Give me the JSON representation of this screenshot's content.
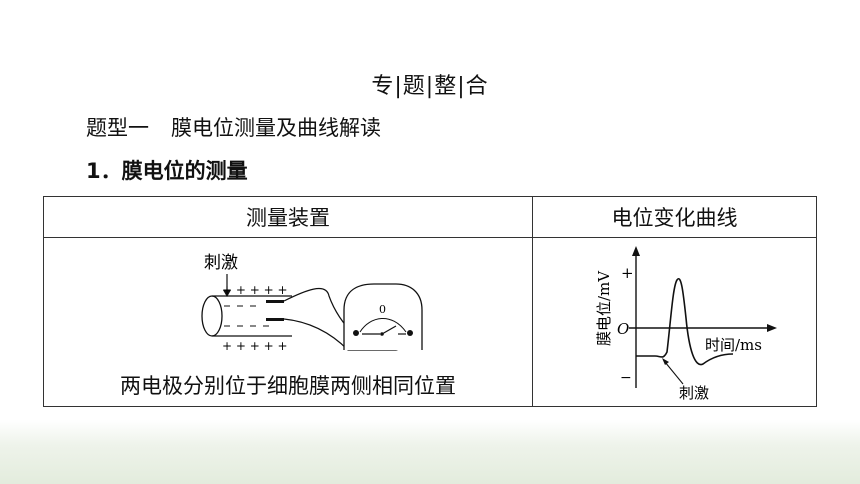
{
  "page": {
    "title": "专|题|整|合",
    "subtitle_left": "题型一",
    "subtitle_right": "膜电位测量及曲线解读",
    "section": "1．膜电位的测量"
  },
  "table": {
    "headers": [
      "测量装置",
      "电位变化曲线"
    ],
    "apparatus": {
      "stimulus_label": "刺激",
      "plus_top": "+ + + + +",
      "plus_bottom": "+ + + + +",
      "meter_zero": "0",
      "caption": "两电极分别位于细胞膜两侧相同位置"
    },
    "curve": {
      "ylabel": "膜电位/mV",
      "plus": "+",
      "minus": "−",
      "origin": "O",
      "xlabel": "时间/ms",
      "stimulus_label": "刺激"
    }
  }
}
